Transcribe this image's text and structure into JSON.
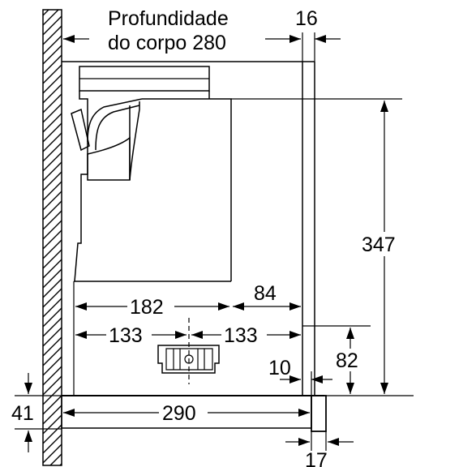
{
  "depth_label_line1": "Profundidade",
  "depth_label_line2": "do corpo 280",
  "dimensions": {
    "d16": "16",
    "d347": "347",
    "d182": "182",
    "d84": "84",
    "d133_left": "133",
    "d133_right": "133",
    "d82": "82",
    "d10": "10",
    "d41": "41",
    "d290": "290",
    "d17": "17"
  },
  "colors": {
    "line": "#000000",
    "background": "#ffffff"
  }
}
